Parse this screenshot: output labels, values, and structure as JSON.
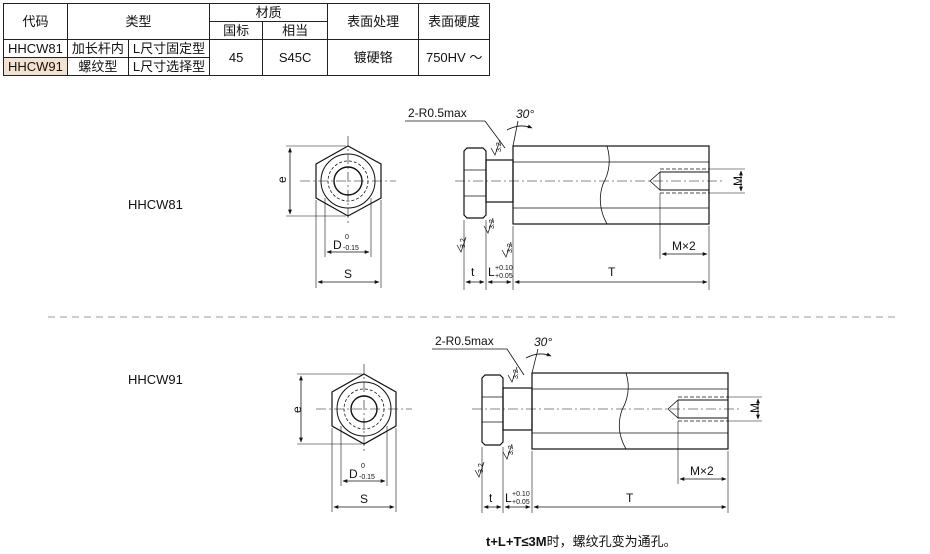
{
  "table": {
    "headers": {
      "code": "代码",
      "type": "类型",
      "material": "材质",
      "material_gb": "国标",
      "material_eq": "相当",
      "surface": "表面处理",
      "hardness": "表面硬度"
    },
    "rows": [
      {
        "code": "HHCW81",
        "type_a": "加长杆内",
        "type_b": "L尺寸固定型"
      },
      {
        "code": "HHCW91",
        "type_a": "螺纹型",
        "type_b": "L尺寸选择型"
      }
    ],
    "shared": {
      "gb": "45",
      "eq": "S45C",
      "surface": "镀硬铬",
      "hardness": "750HV ～"
    }
  },
  "drawings": [
    {
      "label": "HHCW81"
    },
    {
      "label": "HHCW91"
    }
  ],
  "dims": {
    "e": "e",
    "d": "D",
    "d_tol_upper": "0",
    "d_tol_lower": "-0.15",
    "s": "S",
    "t": "t",
    "l": "L",
    "l_tol_upper": "+0.10",
    "l_tol_lower": "+0.05",
    "T": "T",
    "m": "M",
    "m2": "M×2",
    "radius": "2-R0.5max",
    "angle": "30°",
    "rough": "3.2"
  },
  "note": {
    "bold": "t+L+T≤3M",
    "rest": "时，螺纹孔变为通孔。"
  }
}
